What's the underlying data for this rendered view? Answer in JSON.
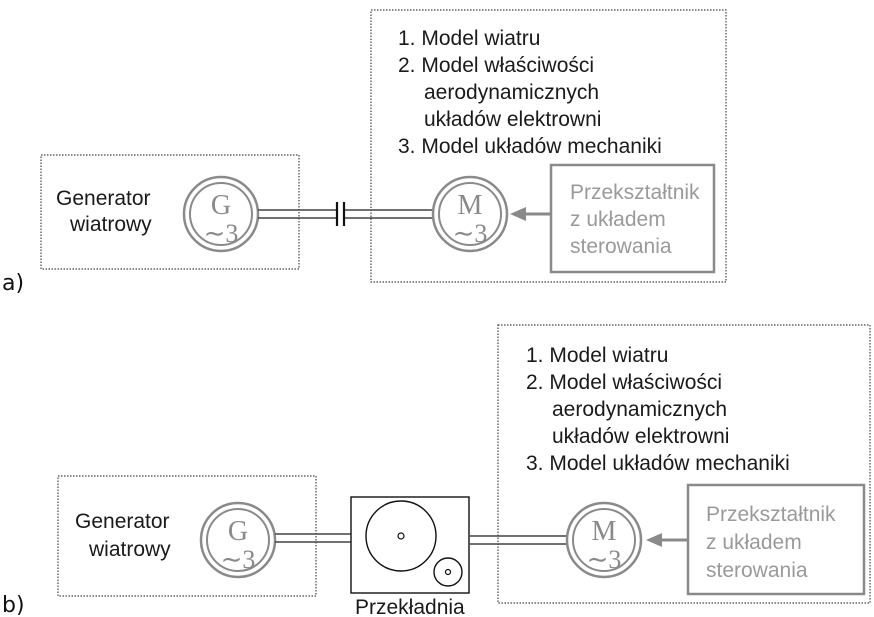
{
  "panels": [
    {
      "tag": "a)",
      "generator": {
        "label_line1": "Generator",
        "label_line2": "wiatrowy",
        "symbol": "G",
        "phase": "∼3"
      },
      "motor": {
        "symbol": "M",
        "phase": "∼3"
      },
      "models": [
        "1. Model wiatru",
        "2. Model właściwości",
        "aerodynamicznych",
        "układów elektrowni",
        "3. Model układów mechaniki"
      ],
      "converter": [
        "Przekształtnik",
        "z układem",
        "sterowania"
      ]
    },
    {
      "tag": "b)",
      "generator": {
        "label_line1": "Generator",
        "label_line2": "wiatrowy",
        "symbol": "G",
        "phase": "∼3"
      },
      "gearbox_label": "Przekładnia",
      "motor": {
        "symbol": "M",
        "phase": "∼3"
      },
      "models": [
        "1. Model wiatru",
        "2. Model właściwości",
        "aerodynamicznych",
        "układów elektrowni",
        "3. Model układów mechaniki"
      ],
      "converter": [
        "Przekształtnik",
        "z układem",
        "sterowania"
      ]
    }
  ],
  "colors": {
    "text": "#1a1a1a",
    "machine_gray": "#8a8a8a",
    "converter_text": "#9a9a9a"
  }
}
